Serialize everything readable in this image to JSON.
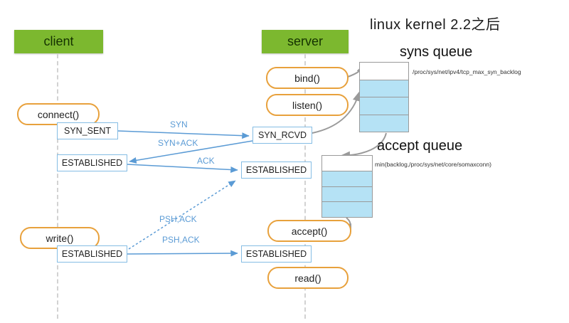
{
  "title": "linux kernel 2.2之后",
  "lanes": {
    "client": "client",
    "server": "server"
  },
  "client_calls": {
    "connect": "connect()",
    "write": "write()"
  },
  "server_calls": {
    "bind": "bind()",
    "listen": "listen()",
    "accept": "accept()",
    "read": "read()"
  },
  "client_states": {
    "syn_sent": "SYN_SENT",
    "established1": "ESTABLISHED",
    "established2": "ESTABLISHED"
  },
  "server_states": {
    "syn_rcvd": "SYN_RCVD",
    "established1": "ESTABLISHED",
    "established2": "ESTABLISHED"
  },
  "messages": {
    "syn": "SYN",
    "syn_ack": "SYN+ACK",
    "ack": "ACK",
    "psh_ack_upper": "PSH,ACK",
    "psh_ack_lower": "PSH,ACK"
  },
  "queues": {
    "syns": {
      "label": "syns queue",
      "note": "/proc/sys/net/ipv4/tcp_max_syn_backlog"
    },
    "accept": {
      "label": "accept queue",
      "note": "min(backlog,/proc/sys/net/core/somaxconn)"
    }
  },
  "colors": {
    "green": "#7cb82f",
    "orange": "#e8a13c",
    "blue": "#5b9bd5",
    "queue_fill": "#b5e2f5",
    "gray": "#9a9a9a"
  }
}
